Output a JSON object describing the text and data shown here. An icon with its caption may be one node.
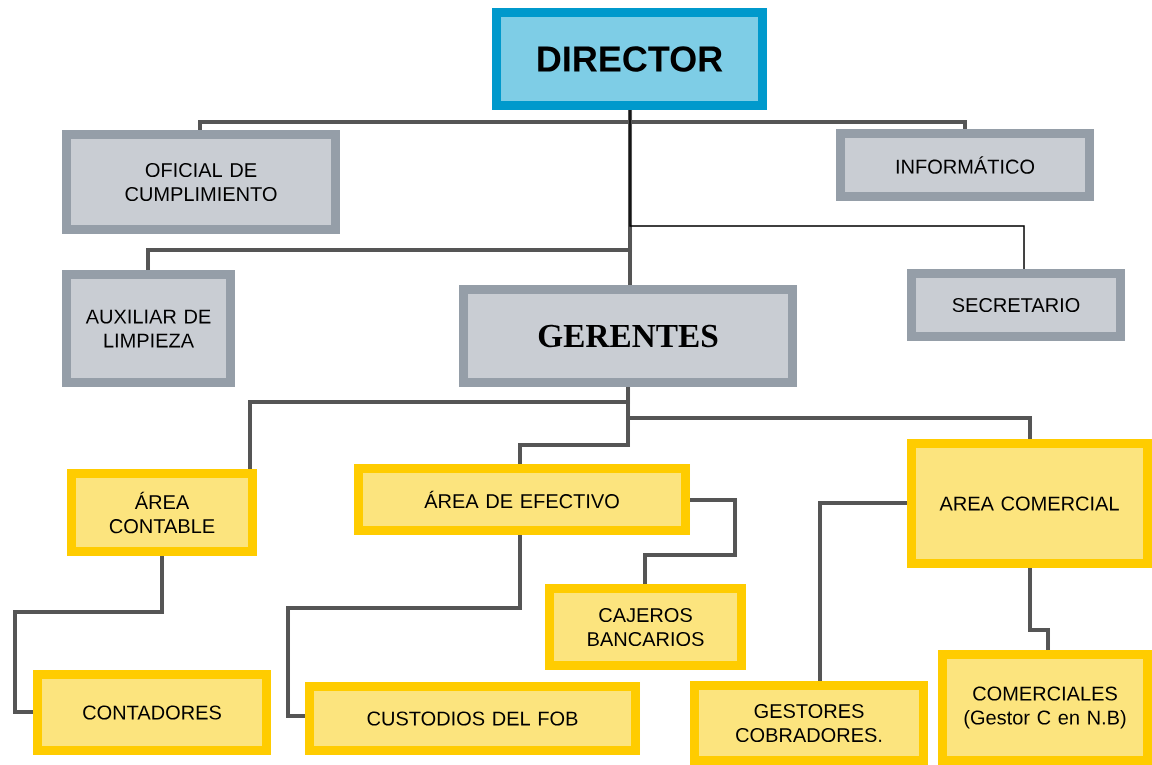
{
  "diagram": {
    "nodes": [
      {
        "text": [
          "DIRECTOR"
        ]
      },
      {
        "text": [
          "OFICIAL DE CUMPLIMIENTO"
        ]
      },
      {
        "text": [
          "INFORMÁTICO"
        ]
      },
      {
        "text": [
          "AUXILIAR DE LIMPIEZA"
        ]
      },
      {
        "text": [
          "GERENTES"
        ]
      },
      {
        "text": [
          "SECRETARIO"
        ]
      },
      {
        "text": [
          "ÁREA CONTABLE"
        ]
      },
      {
        "text": [
          "ÁREA DE EFECTIVO"
        ]
      },
      {
        "text": [
          "AREA COMERCIAL"
        ]
      },
      {
        "text": [
          "CAJEROS BANCARIOS"
        ]
      },
      {
        "text": [
          "CONTADORES"
        ]
      },
      {
        "text": [
          "CUSTODIOS DEL FOB"
        ]
      },
      {
        "text": [
          "GESTORES COBRADORES."
        ]
      },
      {
        "text": [
          "COMERCIALES (Gestor C en N.B)"
        ]
      }
    ],
    "edges": [
      {
        "from": 0,
        "to": 1,
        "arrow": "none"
      },
      {
        "from": 0,
        "to": 2,
        "arrow": "none"
      },
      {
        "from": 0,
        "to": 3,
        "arrow": "none"
      },
      {
        "from": 0,
        "to": 4,
        "arrow": "none"
      },
      {
        "from": 0,
        "to": 5,
        "arrow": "none",
        "color": "#000000"
      },
      {
        "from": 4,
        "to": 6,
        "arrow": "none"
      },
      {
        "from": 4,
        "to": 7,
        "arrow": "none"
      },
      {
        "from": 4,
        "to": 8,
        "arrow": "none"
      },
      {
        "from": 6,
        "to": 10,
        "arrow": "none"
      },
      {
        "from": 7,
        "to": 11,
        "arrow": "none"
      },
      {
        "from": 7,
        "to": 9,
        "arrow": "none"
      },
      {
        "from": 8,
        "to": 12,
        "arrow": "none"
      },
      {
        "from": 8,
        "to": 13,
        "arrow": "none"
      }
    ]
  }
}
